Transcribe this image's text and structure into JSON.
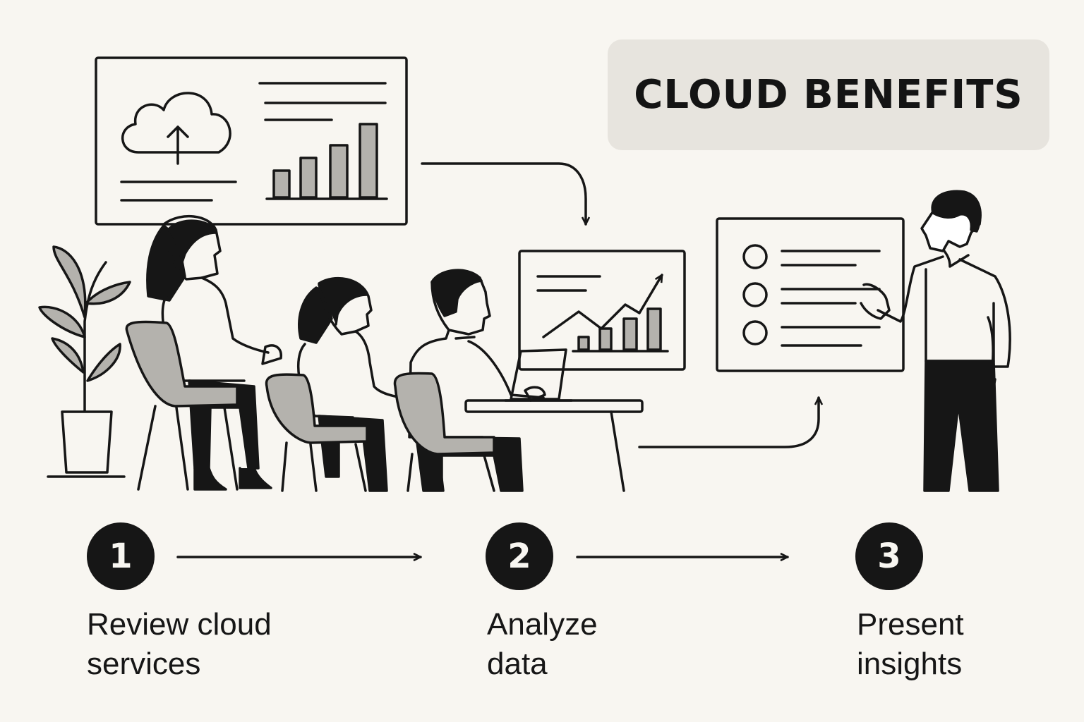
{
  "title": "CLOUD BENEFITS",
  "steps": [
    {
      "number": "1",
      "line1": "Review cloud",
      "line2": "services"
    },
    {
      "number": "2",
      "line1": "Analyze",
      "line2": "data"
    },
    {
      "number": "3",
      "line1": "Present",
      "line2": "insights"
    }
  ],
  "colors": {
    "background": "#f8f6f1",
    "ink": "#161616",
    "fill": "#b4b2ad",
    "title_box": "#e7e4de"
  },
  "icons": [
    "cloud-upload-icon",
    "bar-chart-icon",
    "line-chart-icon",
    "checklist-icon",
    "plant-icon",
    "laptop-icon"
  ]
}
